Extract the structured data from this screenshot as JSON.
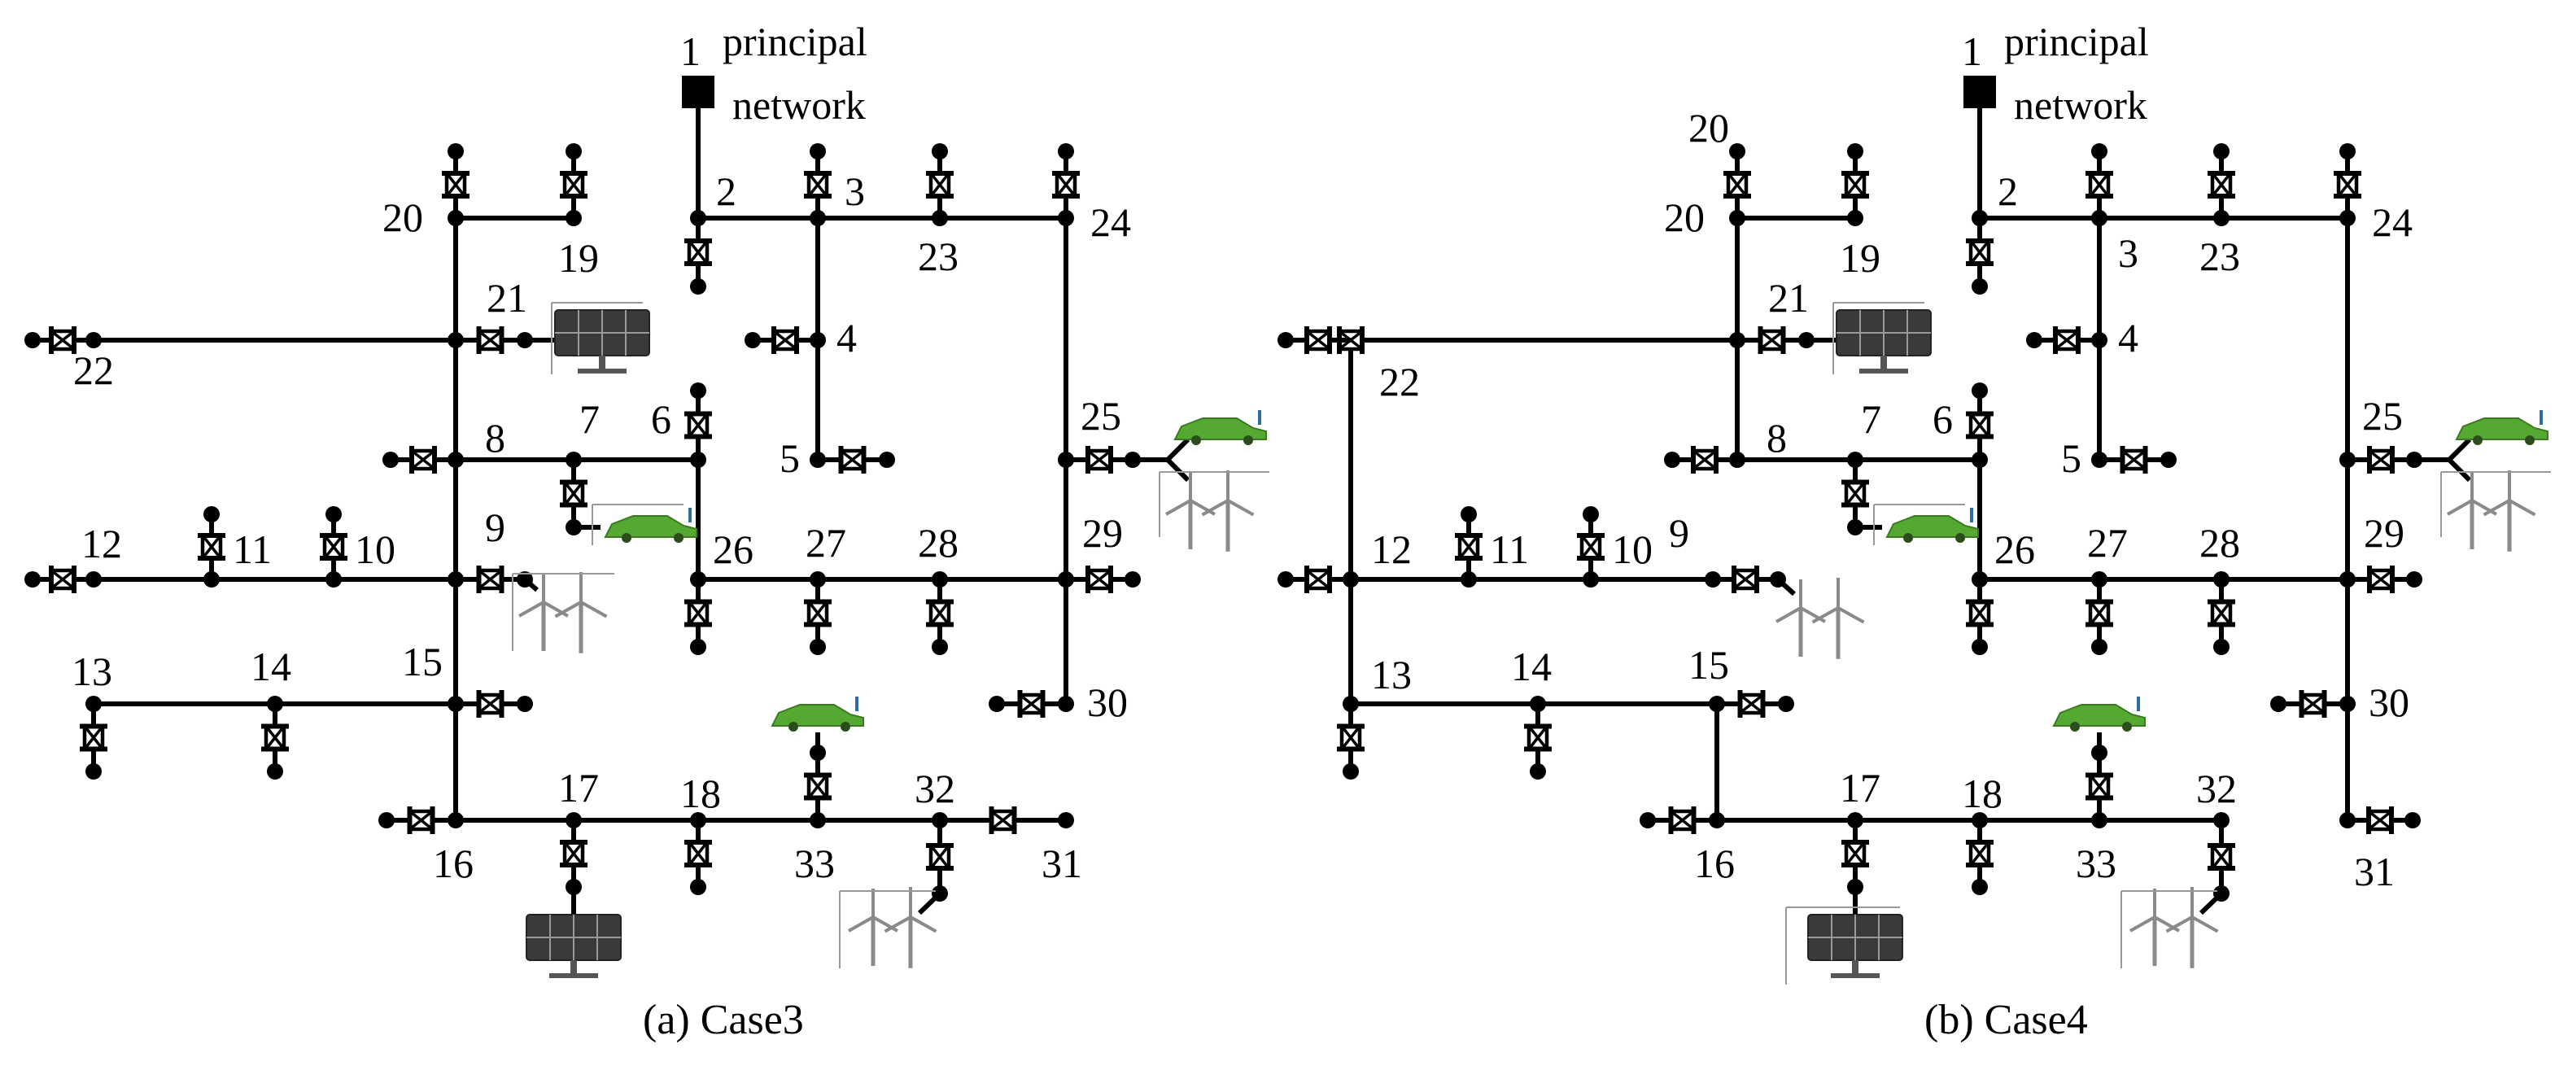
{
  "cases": [
    {
      "id": "case3",
      "caption": "(a) Case3",
      "source_label_top": "principal",
      "source_label_bottom": "network",
      "node_labels": [
        "1",
        "2",
        "3",
        "4",
        "5",
        "6",
        "7",
        "8",
        "9",
        "10",
        "11",
        "12",
        "13",
        "14",
        "15",
        "16",
        "17",
        "18",
        "19",
        "20",
        "21",
        "22",
        "23",
        "24",
        "25",
        "26",
        "27",
        "28",
        "29",
        "30",
        "31",
        "32",
        "33"
      ]
    },
    {
      "id": "case4",
      "caption": "(b) Case4",
      "source_label_top": "principal",
      "source_label_bottom": "network",
      "node_labels": [
        "1",
        "2",
        "3",
        "4",
        "5",
        "6",
        "7",
        "8",
        "9",
        "10",
        "11",
        "12",
        "13",
        "14",
        "15",
        "16",
        "17",
        "18",
        "19",
        "20",
        "21",
        "22",
        "23",
        "24",
        "25",
        "26",
        "27",
        "28",
        "29",
        "30",
        "31",
        "32",
        "33"
      ]
    }
  ],
  "icons": [
    "solar-panel-icon",
    "wind-turbine-icon",
    "electric-vehicle-icon",
    "switch-icon",
    "grid-source-icon"
  ],
  "colors": {
    "line": "#000000",
    "solar": "#3a3a3a",
    "wind": "#8a8a8a",
    "ev": "#55a832"
  }
}
